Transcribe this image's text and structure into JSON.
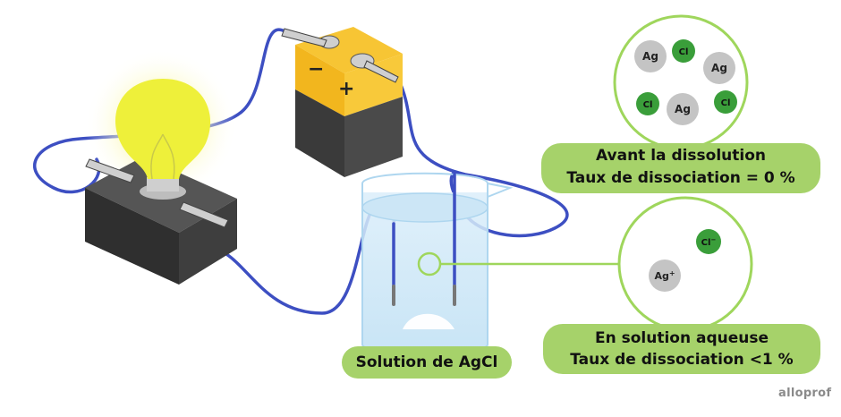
{
  "labels": {
    "beaker": "Solution de AgCl",
    "before_title": "Avant la dissolution",
    "before_rate": "Taux de dissociation = 0 %",
    "after_title": "En solution aqueuse",
    "after_rate": "Taux de dissociation <1 %"
  },
  "battery": {
    "minus": "−",
    "plus": "+"
  },
  "ions_before": {
    "ag": "Ag",
    "cl": "Cl"
  },
  "ions_after": {
    "ag": "Ag",
    "ag_charge": "+",
    "cl": "Cl",
    "cl_charge": "−"
  },
  "logo": "alloprof",
  "colors": {
    "label_green": "#a6d26a",
    "circle_outline": "#9fd65c",
    "chloride_green": "#3a9e3a",
    "silver_grey": "#c4c4c4",
    "wire_blue": "#3d4fc2",
    "battery_yellow": "#f7c534",
    "bulb_yellow": "#f0f23a"
  }
}
